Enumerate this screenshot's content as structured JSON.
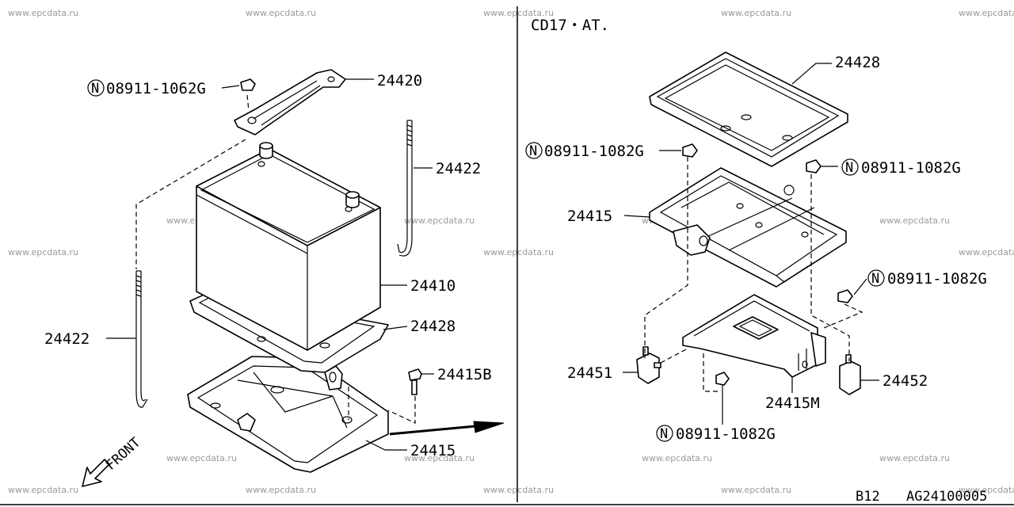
{
  "watermark": "www.epcdata.ru",
  "header_note": "CD17・AT.",
  "direction_label": "FRONT",
  "left_view": {
    "bolt_left": "08911-1062G",
    "bolt_left_symbol": "N",
    "hold_down_bar": "24420",
    "rod_upper": "24422",
    "battery": "24410",
    "rod_lower": "24422",
    "tray_pad": "24428",
    "bolt_right": "24415B",
    "battery_tray": "24415"
  },
  "right_view": {
    "tray_pad": "24428",
    "nut_left": "08911-1082G",
    "nut_right": "08911-1082G",
    "battery_tray": "24415",
    "nut_side": "08911-1082G",
    "bracket_left": "24451",
    "bracket_right": "24452",
    "tray_bracket": "24415M",
    "nut_bottom": "08911-1082G"
  },
  "footer": {
    "section": "B12",
    "figure_code": "AG24100005"
  }
}
